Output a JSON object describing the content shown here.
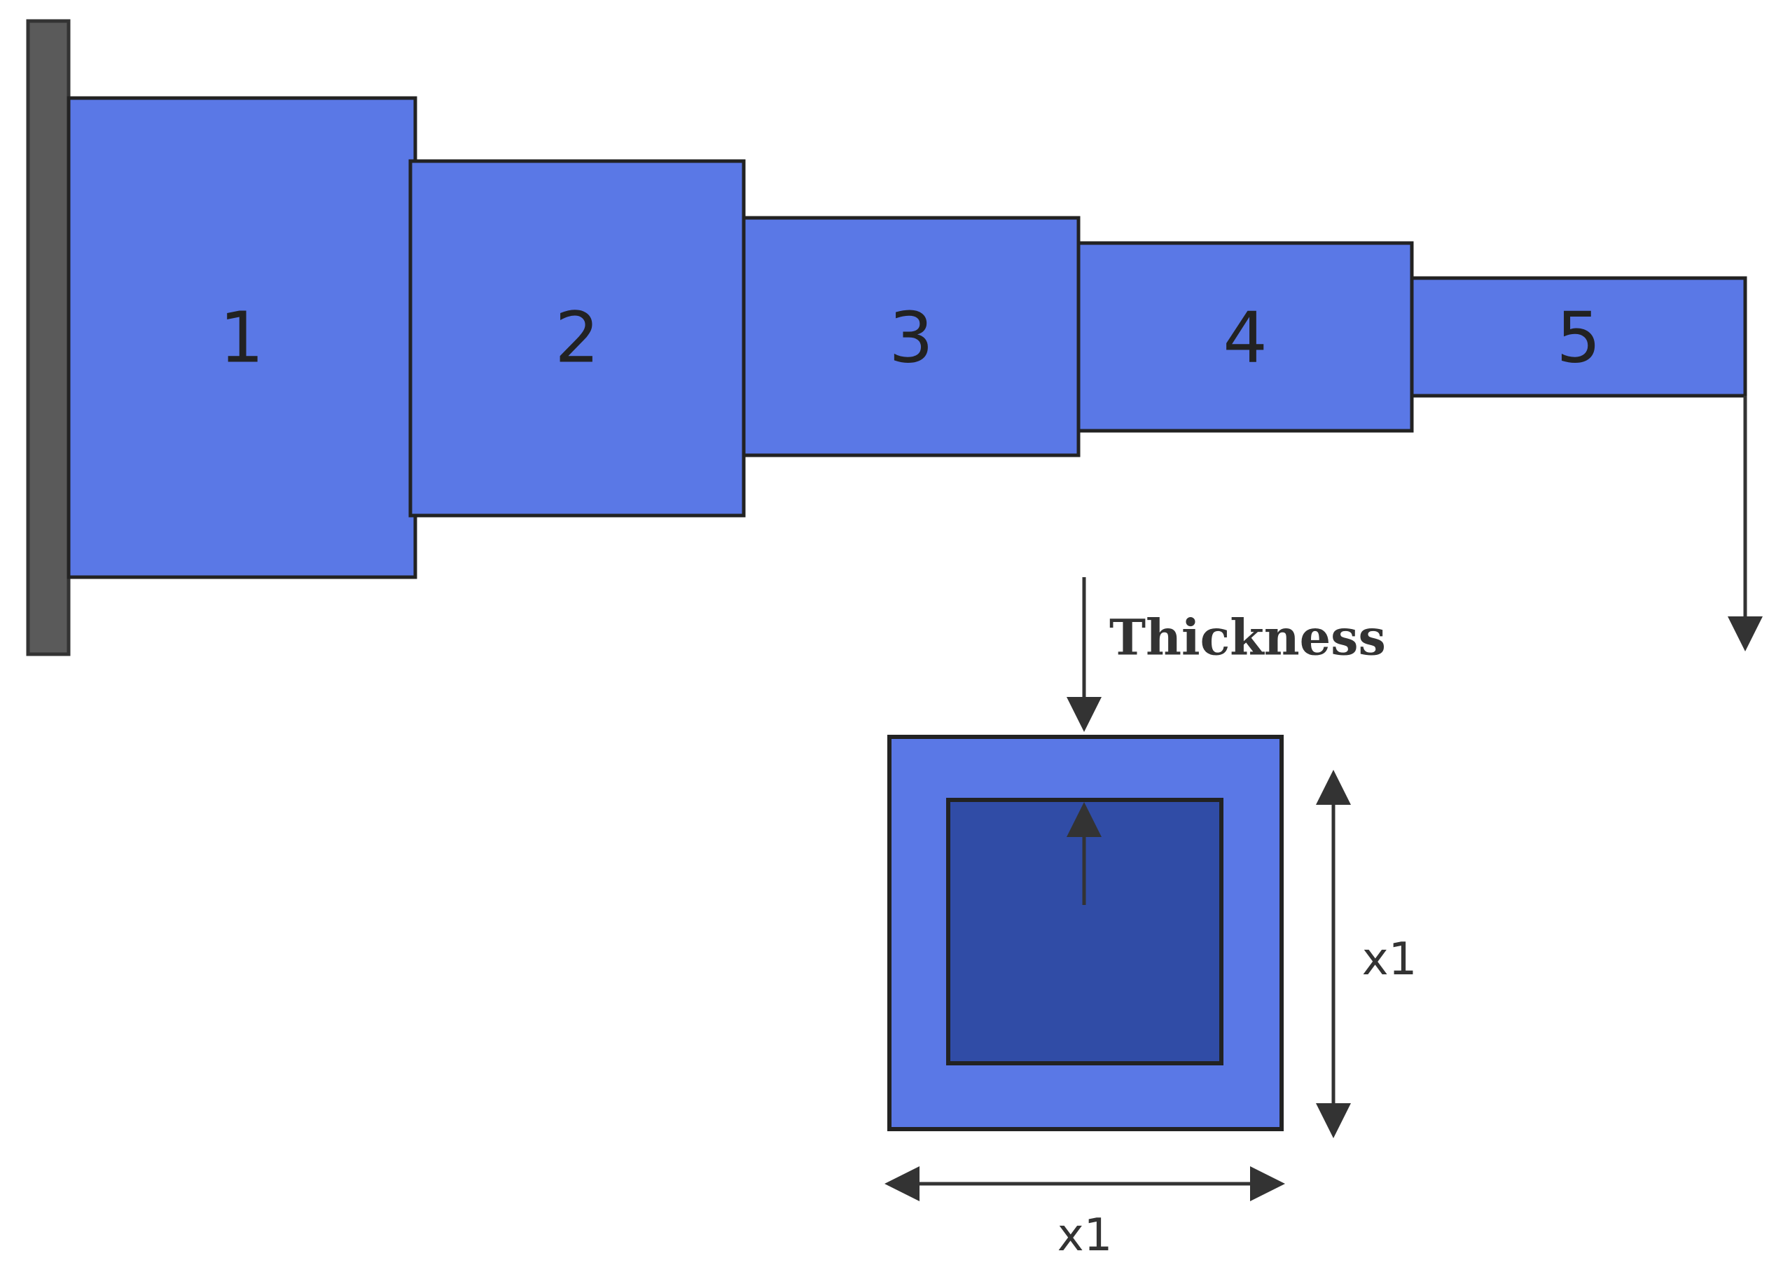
{
  "colors": {
    "segment_fill": "#5a78e6",
    "inner_fill": "#304ca6",
    "wall": "#5a5a5a",
    "stroke": "#222222",
    "arrow": "#333333"
  },
  "beam": {
    "segments": [
      {
        "label": "1"
      },
      {
        "label": "2"
      },
      {
        "label": "3"
      },
      {
        "label": "4"
      },
      {
        "label": "5"
      }
    ]
  },
  "cross_section": {
    "thickness_label": "Thickness",
    "height_label": "x1",
    "width_label": "x1"
  }
}
